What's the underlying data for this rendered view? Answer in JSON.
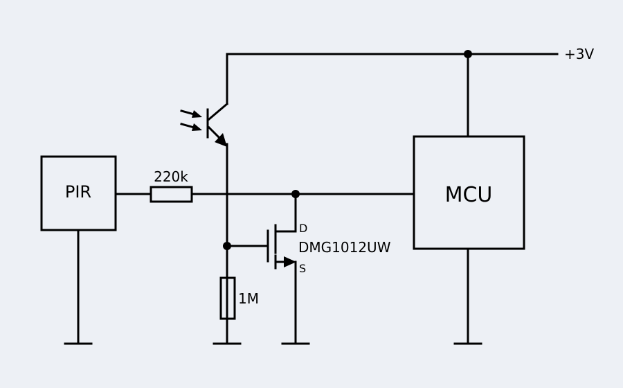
{
  "components": {
    "pir": {
      "label": "PIR"
    },
    "mcu": {
      "label": "MCU"
    },
    "resistor_series": {
      "label": "220k"
    },
    "resistor_pulldown": {
      "label": "1M"
    },
    "mosfet": {
      "label": "DMG1012UW",
      "drain_label": "D",
      "source_label": "S"
    }
  },
  "power": {
    "label": "+3V"
  }
}
